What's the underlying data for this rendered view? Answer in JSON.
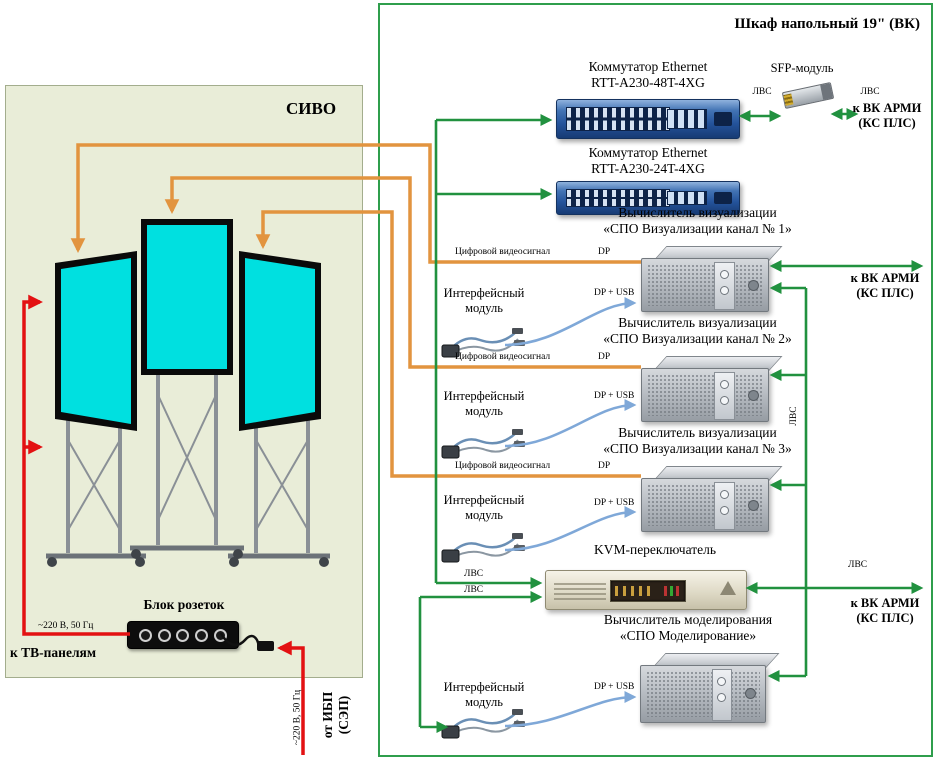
{
  "sivo": {
    "title": "СИВО",
    "power_strip_label": "Блок розеток",
    "to_tv_panels": "к ТВ-панелям",
    "power_ac": "~220 В, 50 Гц",
    "from_ups_line1": "от ИБП",
    "from_ups_line2": "(СЭП)"
  },
  "cabinet": {
    "title": "Шкаф напольный 19\" (ВК)",
    "switch1_line1": "Коммутатор Ethernet",
    "switch1_line2": "RTT-A230-48T-4XG",
    "switch2_line1": "Коммутатор Ethernet",
    "switch2_line2": "RTT-A230-24T-4XG",
    "sfp_label": "SFP-модуль",
    "server1_line1": "Вычислитель визуализации",
    "server1_line2": "«СПО Визуализации канал № 1»",
    "server2_line1": "Вычислитель визуализации",
    "server2_line2": "«СПО Визуализации канал № 2»",
    "server3_line1": "Вычислитель визуализации",
    "server3_line2": "«СПО Визуализации канал № 3»",
    "kvm_label": "KVM-переключатель",
    "modeling_line1": "Вычислитель моделирования",
    "modeling_line2": "«СПО Моделирование»",
    "interface_module": "Интерфейсный модуль"
  },
  "labels": {
    "lvs": "ЛВС",
    "dp": "DP",
    "dp_usb": "DP + USB",
    "digital_video": "Цифровой видеосигнал",
    "to_arm_line1": "к ВК АРМИ",
    "to_arm_line2": "(КС ПЛС)"
  },
  "colors": {
    "lan_line": "#21913f",
    "video_line": "#e2943f",
    "dp_usb_line": "#7fa8d8",
    "power_line": "#e31112",
    "screen": "#00e0e0",
    "cabinet_border": "#2f9e4c"
  }
}
